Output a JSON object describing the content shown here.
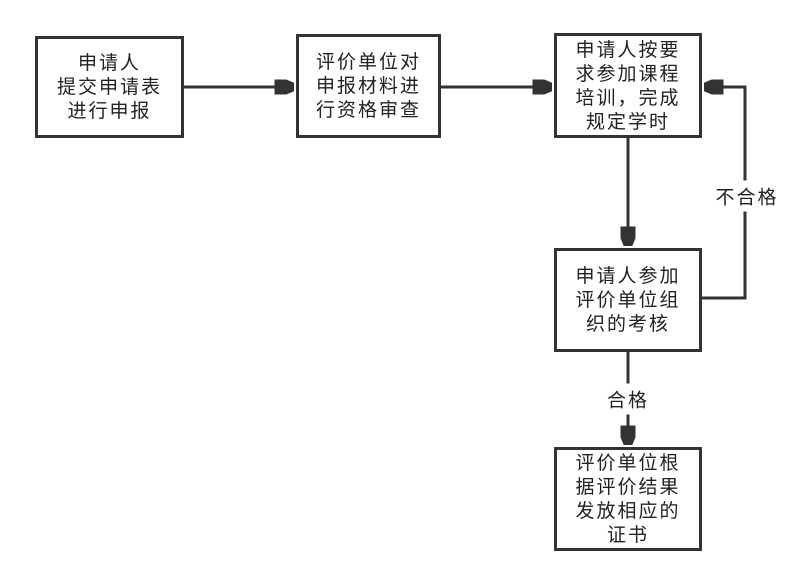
{
  "diagram": {
    "title": "certification-application-flowchart",
    "colors": {
      "background": "#ffffff",
      "line": "#333333",
      "text": "#222222"
    },
    "nodes": [
      {
        "id": "apply",
        "text": "申请人\n提交申请表\n进行申报"
      },
      {
        "id": "review",
        "text": "评价单位对\n申报材料进\n行资格审查"
      },
      {
        "id": "training",
        "text": "申请人按要\n求参加课程\n培训，完成\n规定学时"
      },
      {
        "id": "assessment",
        "text": "申请人参加\n评价单位组\n织的考核"
      },
      {
        "id": "certificate",
        "text": "评价单位根\n据评价结果\n发放相应的\n证书"
      }
    ],
    "edges": [
      {
        "from": "apply",
        "to": "review",
        "label": ""
      },
      {
        "from": "review",
        "to": "training",
        "label": ""
      },
      {
        "from": "training",
        "to": "assessment",
        "label": ""
      },
      {
        "from": "assessment",
        "to": "certificate",
        "label": "合格"
      },
      {
        "from": "assessment",
        "to": "training",
        "label": "不合格"
      }
    ]
  }
}
